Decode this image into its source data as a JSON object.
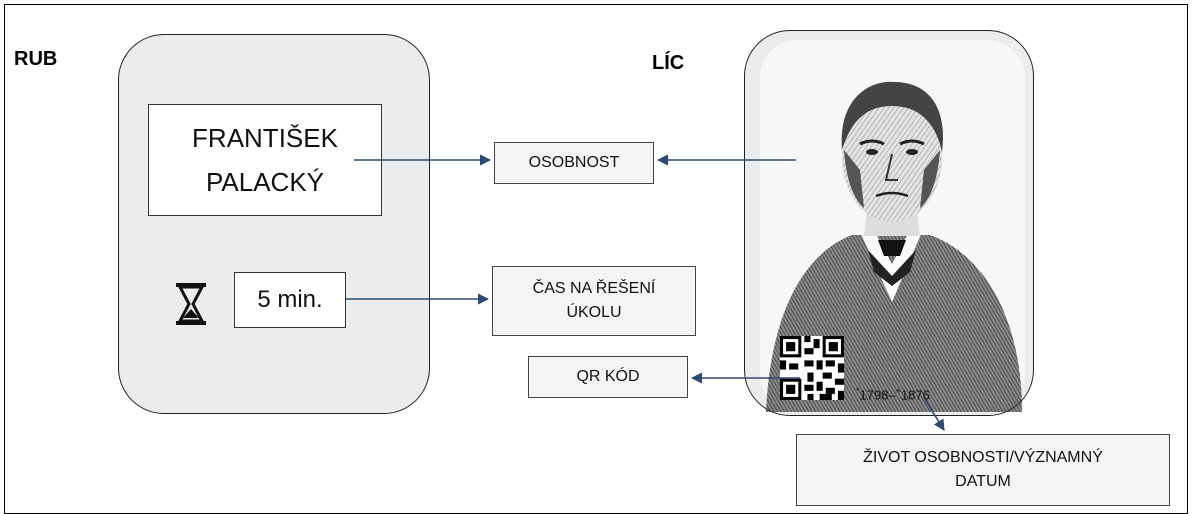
{
  "labels": {
    "back": "RUB",
    "front": "LÍC"
  },
  "back_card": {
    "name_line1": "FRANTIŠEK",
    "name_line2": "PALACKÝ",
    "time": "5 min.",
    "icon": "hourglass-icon"
  },
  "front_card": {
    "portrait": "portrait-engraving",
    "qr": "qr-code-icon",
    "birth_mark": "*",
    "birth_year": "1798",
    "separator": "–",
    "death_mark": "+",
    "death_year": "1876"
  },
  "callouts": {
    "person": "OSOBNOST",
    "time_line1": "ČAS NA ŘEŠENÍ",
    "time_line2": "ÚKOLU",
    "qr": "QR KÓD",
    "life_line1": "ŽIVOT OSOBNOSTI/VÝZNAMNÝ",
    "life_line2": "DATUM"
  },
  "colors": {
    "arrow": "#2f4a73",
    "card": "#ececec"
  }
}
